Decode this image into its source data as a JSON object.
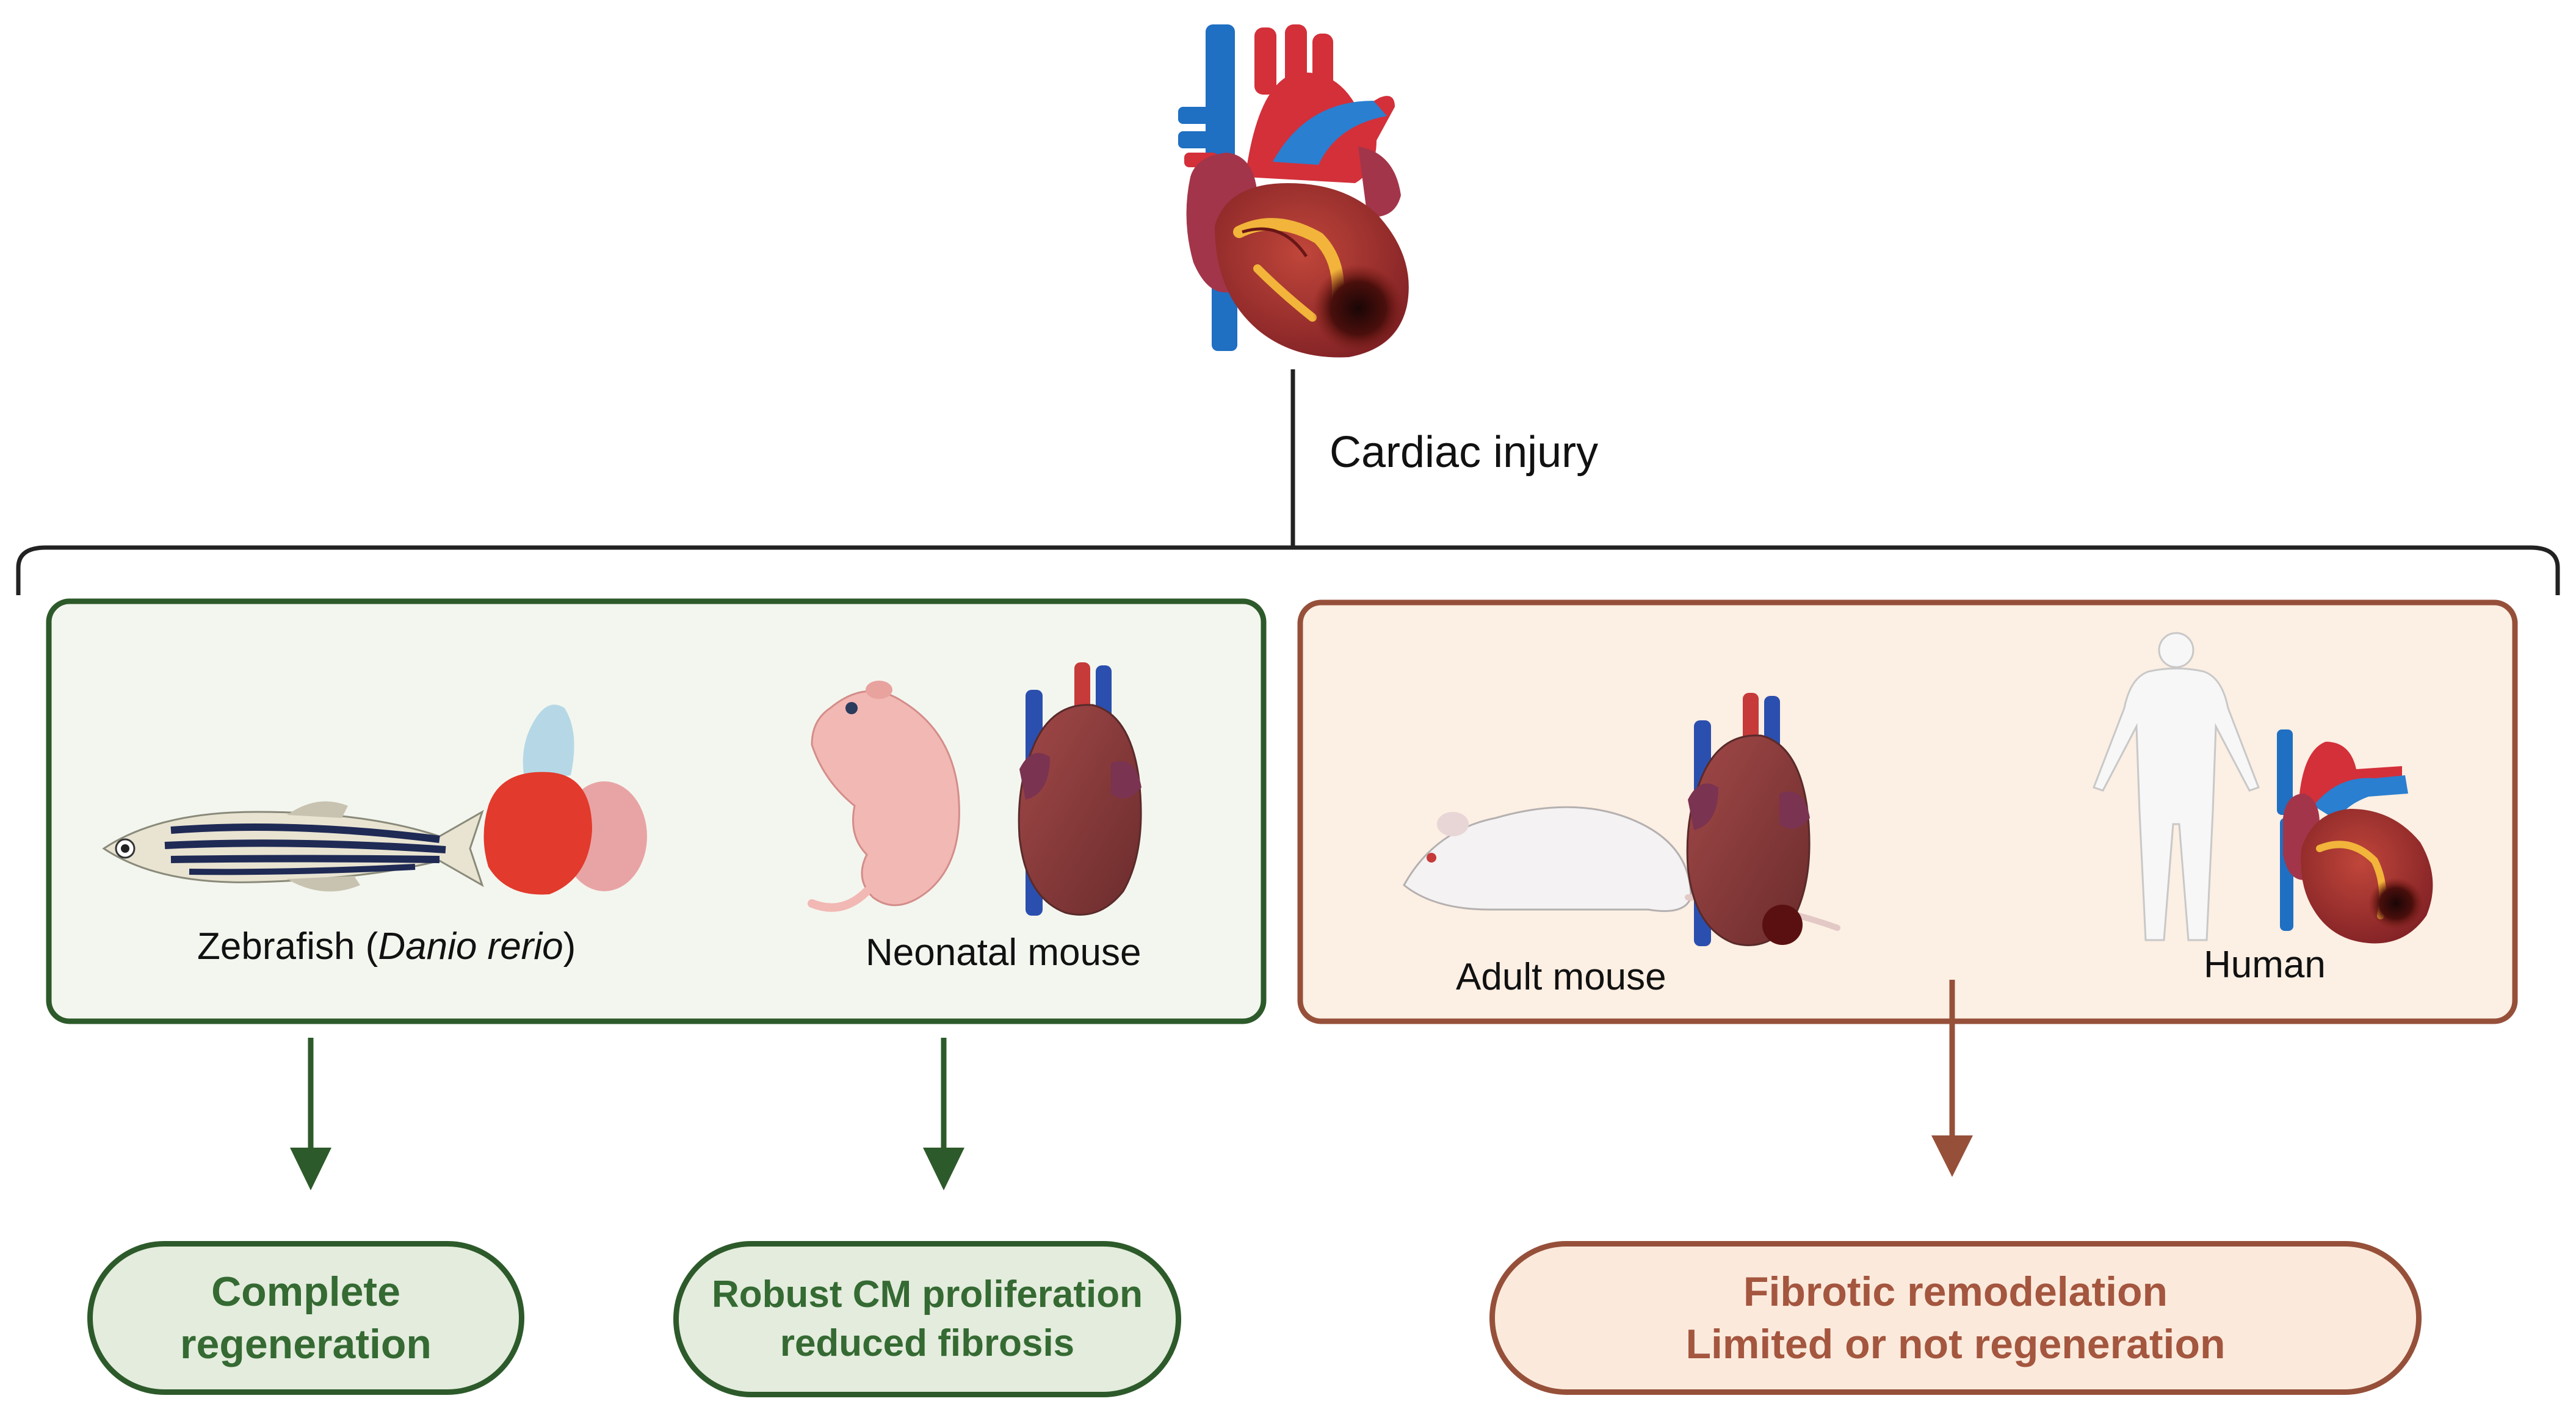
{
  "trigger": {
    "label": "Cardiac injury"
  },
  "groups": [
    {
      "id": "regenerative",
      "border_color": "#2d5a2a",
      "fill_color": "#f3f6ef",
      "organisms": [
        {
          "id": "zebrafish",
          "label_prefix": "Zebrafish (",
          "label_italic": "Danio rerio",
          "label_suffix": ")"
        },
        {
          "id": "neonatal-mouse",
          "label": "Neonatal mouse"
        }
      ]
    },
    {
      "id": "non-regenerative",
      "border_color": "#96503a",
      "fill_color": "#fcefe3",
      "organisms": [
        {
          "id": "adult-mouse",
          "label": "Adult mouse"
        },
        {
          "id": "human",
          "label": "Human"
        }
      ]
    }
  ],
  "outcomes": [
    {
      "id": "complete-regeneration",
      "line1": "Complete",
      "line2": "regeneration"
    },
    {
      "id": "robust-cm-proliferation",
      "line1": "Robust CM proliferation",
      "line2": "reduced fibrosis"
    },
    {
      "id": "fibrotic-remodelation",
      "line1": "Fibrotic remodelation",
      "line2": "Limited or not regeneration"
    }
  ],
  "colors": {
    "green_arrow": "#2d5a2a",
    "brown_arrow": "#96503a",
    "connector": "#222222"
  },
  "icons": [
    "injured-heart-icon",
    "zebrafish-icon",
    "zebrafish-heart-icon",
    "neonatal-mouse-icon",
    "mouse-heart-icon",
    "adult-mouse-icon",
    "human-body-icon",
    "human-heart-icon"
  ]
}
